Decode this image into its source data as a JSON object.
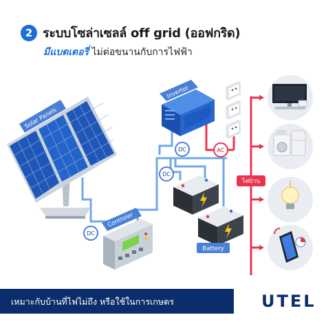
{
  "header": {
    "number": "2",
    "title": "ระบบโซล่าเซลล์ off grid (ออฟกริด)",
    "subtitle_highlight": "มีแบตเตอรี่",
    "subtitle_rest": " ไม่ต่อขนานกับการไฟฟ้า"
  },
  "labels": {
    "solar_panels": "Solar Panels",
    "inverter": "Inverter",
    "controller": "Controler",
    "battery": "Battery",
    "dc_1": "DC",
    "dc_2": "DC",
    "dc_3": "DC",
    "ac": "AC",
    "grid": "ไฟบ้าน"
  },
  "footer": {
    "text": "เหมาะกับบ้านที่ไฟไม่ถึง หรือใช้ในการเกษตร",
    "brand": "UTEL"
  },
  "colors": {
    "accent_blue": "#1d6fd8",
    "navy": "#0c2d6b",
    "wire_blue": "#6fa8e8",
    "wire_red": "#e8344e",
    "label_blue": "#4a7fd6"
  }
}
